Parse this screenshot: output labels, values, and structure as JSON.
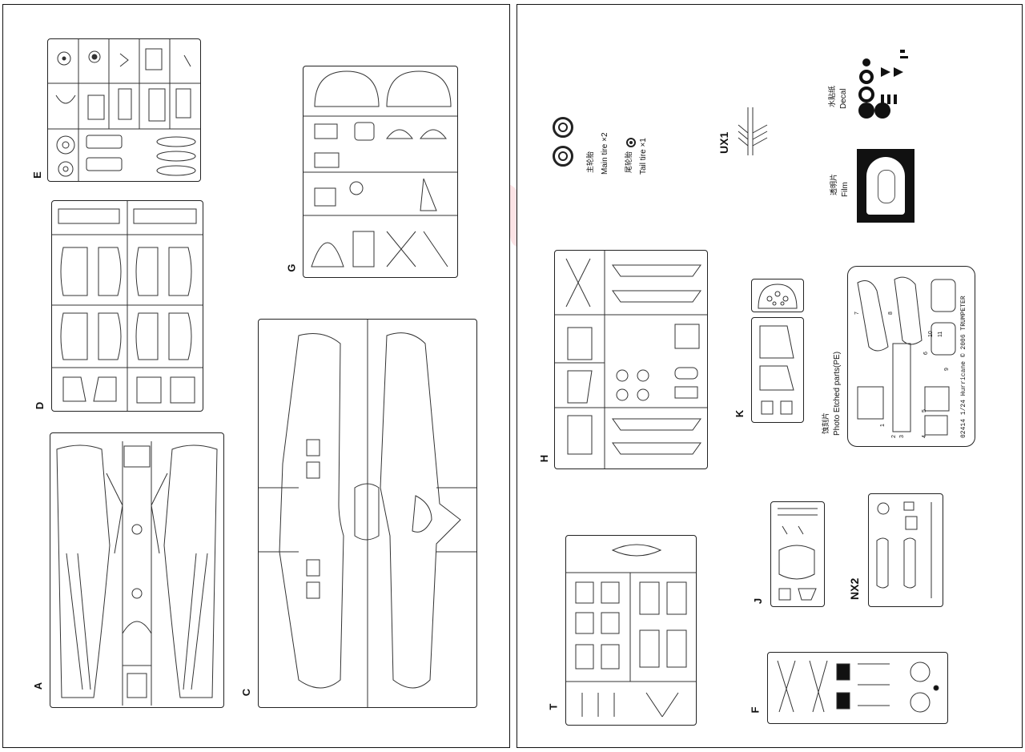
{
  "sprues": {
    "A": "A",
    "C": "C",
    "D": "D",
    "E": "E",
    "G": "G",
    "H": "H",
    "T": "T",
    "J": "J",
    "K": "K",
    "F": "F",
    "NX2": "NX2",
    "UX1": "UX1"
  },
  "tires": {
    "main_cn": "主轮胎",
    "main_en": "Main tire ×2",
    "tail_cn": "尾轮胎",
    "tail_en": "Tail tire ×1"
  },
  "decal": {
    "cn": "水贴纸",
    "en": "Decal"
  },
  "film": {
    "cn": "透明片",
    "en": "Film"
  },
  "pe": {
    "cn": "蚀刻片",
    "en": "Photo Etched parts(PE)",
    "footer": "02414  1/24  Hurricane  © 2006 TRUMPETER",
    "part_numbers": [
      "1",
      "2",
      "3",
      "4",
      "5",
      "6",
      "7",
      "8",
      "9",
      "10",
      "11"
    ]
  },
  "watermark": "modelartikl.cz"
}
